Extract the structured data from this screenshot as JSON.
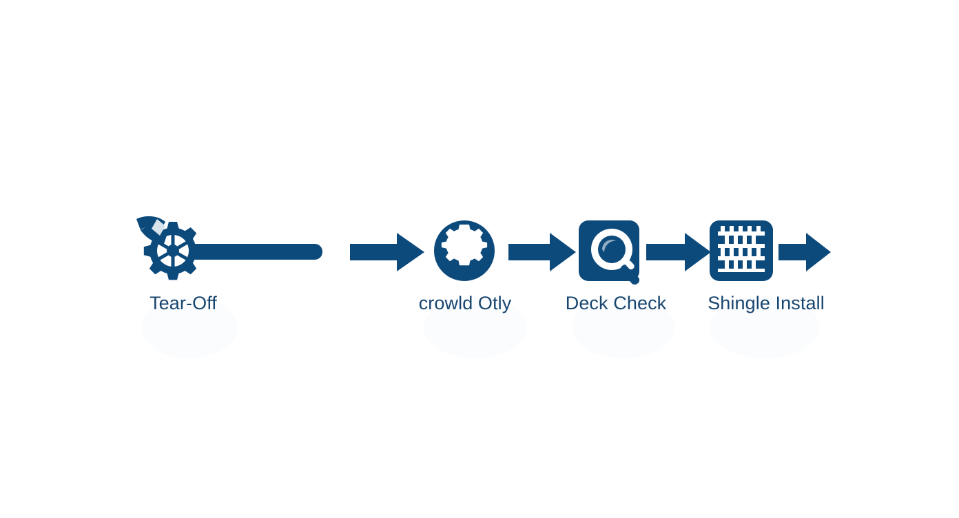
{
  "diagram": {
    "type": "process-flow",
    "orientation": "horizontal",
    "background_color": "#ffffff",
    "accent_color": "#0d4a7c",
    "label_color": "#18456f",
    "icon_inner_color": "#ffffff",
    "step_count": 4,
    "arrow_count": 4,
    "steps": [
      {
        "index": 1,
        "label": "Tear-Off",
        "icon": "hammer-gear-tool-icon",
        "icon_description": "cog wheel with claw hammer head and long handle bar"
      },
      {
        "index": 2,
        "label": "crowld Otly",
        "icon": "gear-in-circle-icon",
        "icon_description": "solid circle containing a white six-lobed gear"
      },
      {
        "index": 3,
        "label": "Deck Check",
        "icon": "magnifier-inspect-icon",
        "icon_description": "rounded square badge with white magnifying glass and handle"
      },
      {
        "index": 4,
        "label": "Shingle Install",
        "icon": "shingle-pattern-icon",
        "icon_description": "rounded square badge with white interlocking shingle grid pattern"
      }
    ],
    "connectors": [
      {
        "index": 1,
        "from": "Tear-Off",
        "to": "crowld Otly",
        "icon": "arrow-right-icon"
      },
      {
        "index": 2,
        "from": "crowld Otly",
        "to": "Deck Check",
        "icon": "arrow-right-icon"
      },
      {
        "index": 3,
        "from": "Deck Check",
        "to": "Shingle Install",
        "icon": "arrow-right-icon"
      },
      {
        "index": 4,
        "from": "Shingle Install",
        "to": "",
        "icon": "arrow-right-icon"
      }
    ]
  }
}
